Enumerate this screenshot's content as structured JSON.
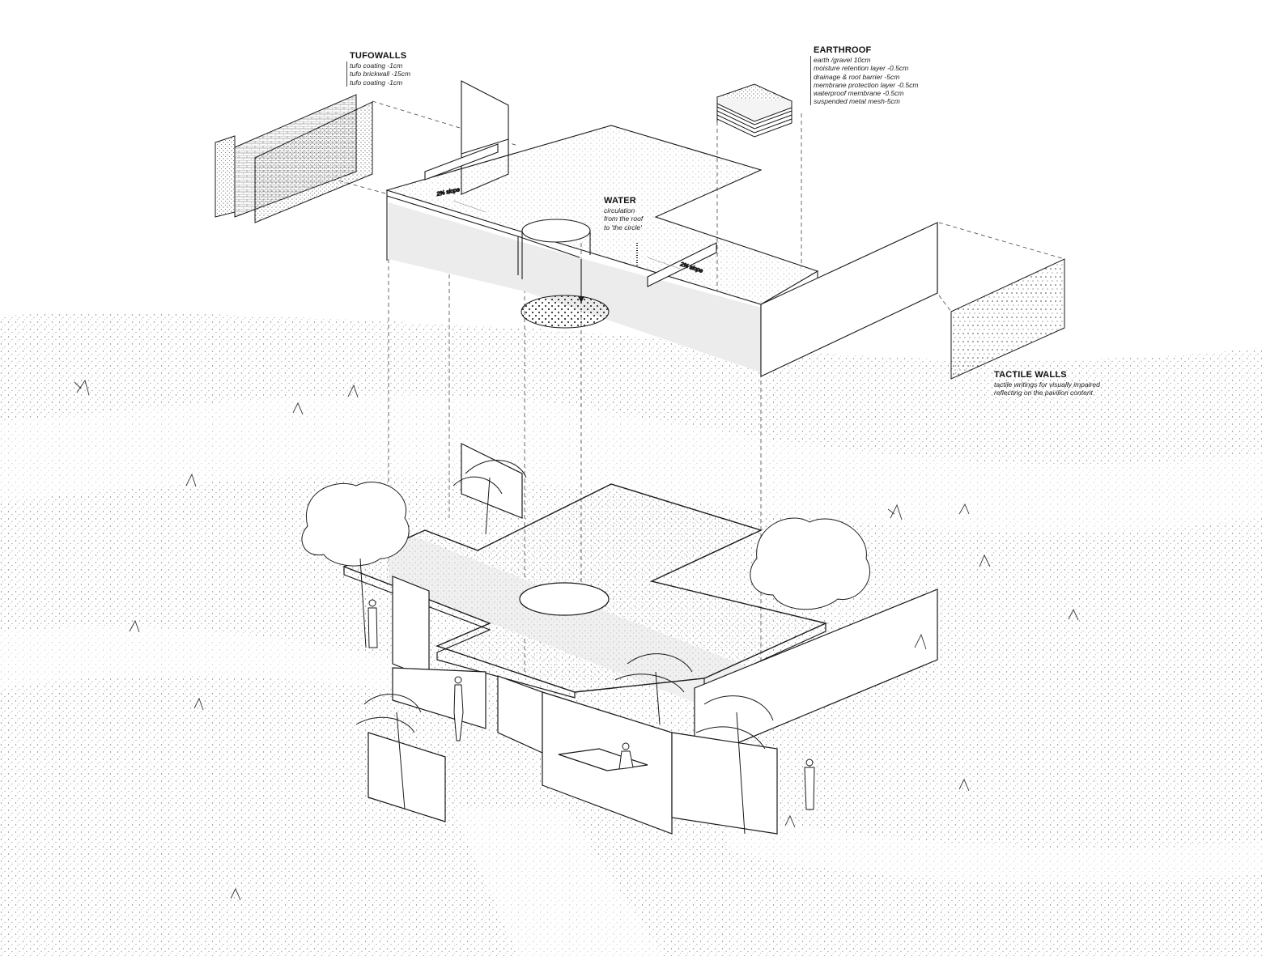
{
  "labels": {
    "tufowalls": {
      "title": "TUFOWALLS",
      "lines": [
        "tufo coating -1cm",
        "tufo brickwall -15cm",
        "tufo coating -1cm"
      ]
    },
    "earthroof": {
      "title": "EARTHROOF",
      "lines": [
        "earth /gravel 10cm",
        "moisture retention layer -0.5cm",
        "drainage & root barrier -5cm",
        "membrane protection layer -0.5cm",
        "waterproof membrane -0.5cm",
        "suspended metal mesh-5cm"
      ]
    },
    "water": {
      "title": "WATER",
      "lines": [
        "circulation",
        "from the roof",
        "to 'the circle'"
      ]
    },
    "tactile_walls": {
      "title": "TACTILE WALLS",
      "lines": [
        "tactile writings for visually impaired",
        "reflecting on the pavilion content"
      ]
    }
  },
  "colors": {
    "line": "#1a1a1a",
    "stipple": "#6f6f6f",
    "shadow": "#e6e6e6",
    "background": "#ffffff"
  },
  "icons": [
    "tree-icon",
    "person-icon",
    "plant-icon"
  ]
}
